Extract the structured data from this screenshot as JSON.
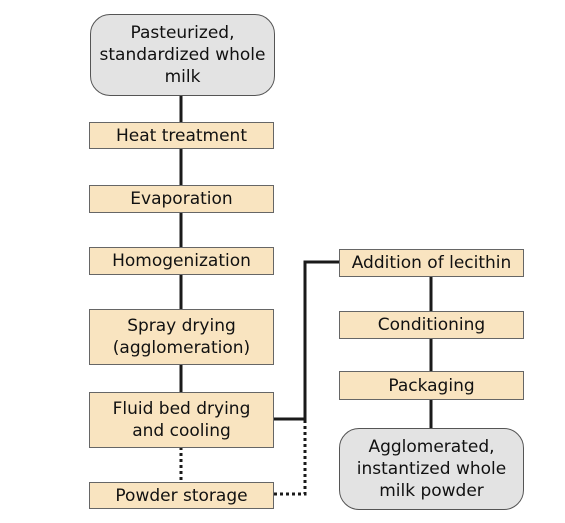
{
  "start_node": "Pasteurized,\nstandardized whole\nmilk",
  "main_steps": [
    "Heat treatment",
    "Evaporation",
    "Homogenization",
    "Spray drying\n(agglomeration)",
    "Fluid bed drying\nand cooling"
  ],
  "storage_step": "Powder storage",
  "branch_steps": [
    "Addition of lecithin",
    "Conditioning",
    "Packaging"
  ],
  "end_node": "Agglomerated,\ninstantized whole\nmilk powder",
  "colors": {
    "step_fill": "#f9e4c0",
    "terminal_fill": "#e3e3e3",
    "connector": "#1a1a1a"
  }
}
